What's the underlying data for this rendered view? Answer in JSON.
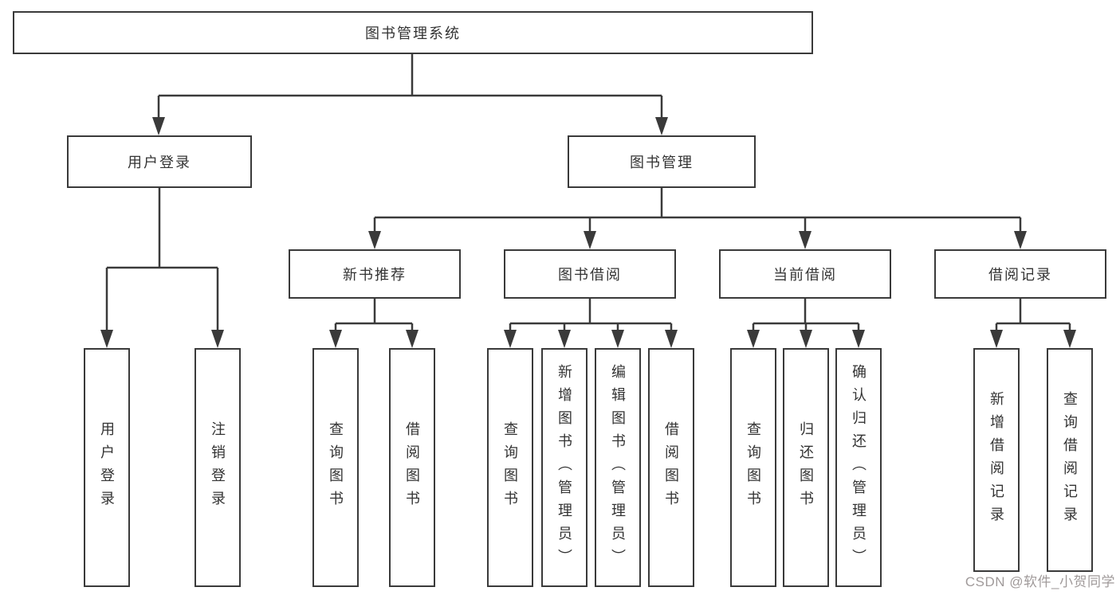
{
  "diagram": {
    "root": {
      "label": "图书管理系统"
    },
    "branches": [
      {
        "label": "用户登录",
        "children": [
          {
            "label": "用户登录"
          },
          {
            "label": "注销登录"
          }
        ]
      },
      {
        "label": "图书管理",
        "children": [
          {
            "label": "新书推荐",
            "children": [
              {
                "label": "查询图书"
              },
              {
                "label": "借阅图书"
              }
            ]
          },
          {
            "label": "图书借阅",
            "children": [
              {
                "label": "查询图书"
              },
              {
                "label": "新增图书（管理员）"
              },
              {
                "label": "编辑图书（管理员）"
              },
              {
                "label": "借阅图书"
              }
            ]
          },
          {
            "label": "当前借阅",
            "children": [
              {
                "label": "查询图书"
              },
              {
                "label": "归还图书"
              },
              {
                "label": "确认归还（管理员）"
              }
            ]
          },
          {
            "label": "借阅记录",
            "children": [
              {
                "label": "新增借阅记录"
              },
              {
                "label": "查询借阅记录"
              }
            ]
          }
        ]
      }
    ],
    "watermark": {
      "text": "CSDN @软件_小贺同学"
    },
    "colors": {
      "line": "#3a3a3a",
      "text": "#333333",
      "watermark": "#a09a9a",
      "background": "#ffffff"
    }
  }
}
